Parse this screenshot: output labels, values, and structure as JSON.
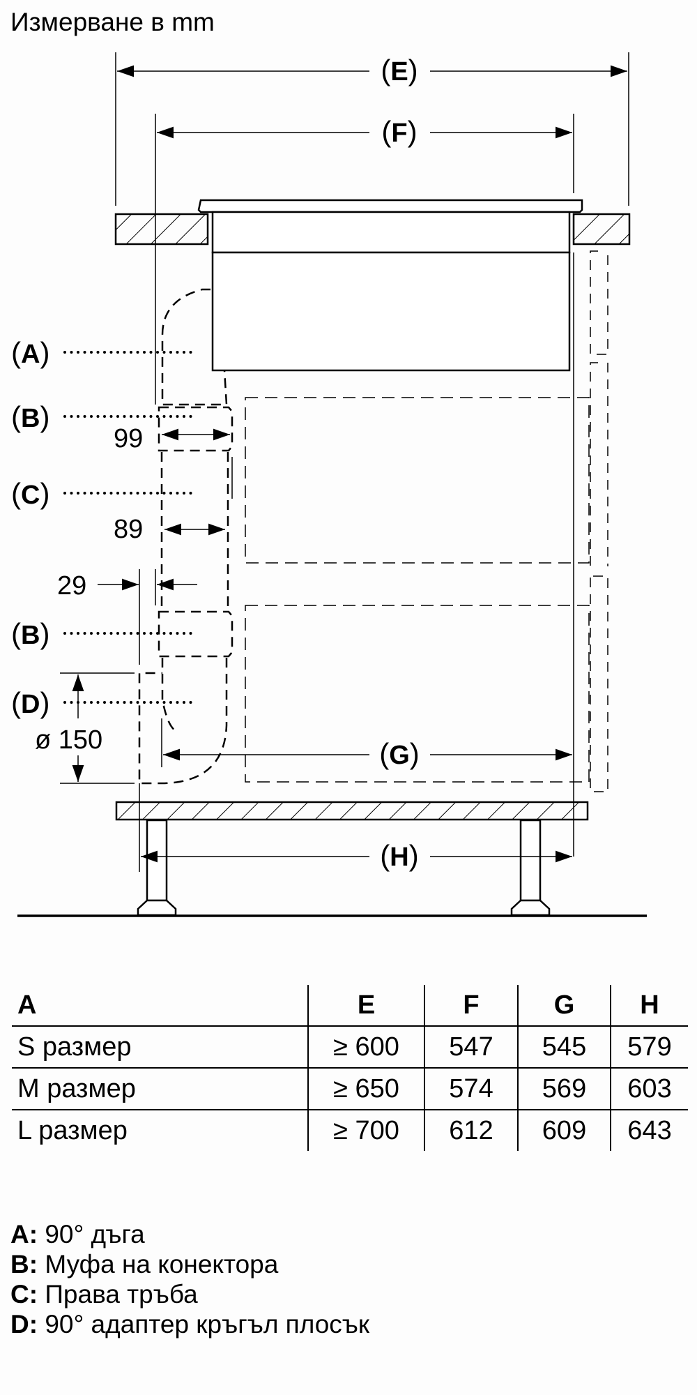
{
  "title": "Измерване в mm",
  "diagram": {
    "dimension_labels": {
      "E": "E",
      "F": "F",
      "G": "G",
      "H": "H"
    },
    "part_callouts": [
      {
        "letter": "A"
      },
      {
        "letter": "B"
      },
      {
        "letter": "C"
      },
      {
        "letter": "B"
      },
      {
        "letter": "D"
      }
    ],
    "measurements": {
      "connector_width": "99",
      "pipe_width": "89",
      "gap": "29",
      "diameter": "ø 150"
    }
  },
  "table": {
    "headers": [
      "A",
      "E",
      "F",
      "G",
      "H"
    ],
    "rows": [
      {
        "size": "S размер",
        "E": "≥ 600",
        "F": "547",
        "G": "545",
        "H": "579"
      },
      {
        "size": "M размер",
        "E": "≥ 650",
        "F": "574",
        "G": "569",
        "H": "603"
      },
      {
        "size": "L размер",
        "E": "≥ 700",
        "F": "612",
        "G": "609",
        "H": "643"
      }
    ]
  },
  "legend": [
    {
      "key": "A:",
      "text": "90° дъга"
    },
    {
      "key": "B:",
      "text": "Муфа на конектора"
    },
    {
      "key": "C:",
      "text": "Права тръба"
    },
    {
      "key": "D:",
      "text": "90° адаптер кръгъл плосък"
    }
  ]
}
